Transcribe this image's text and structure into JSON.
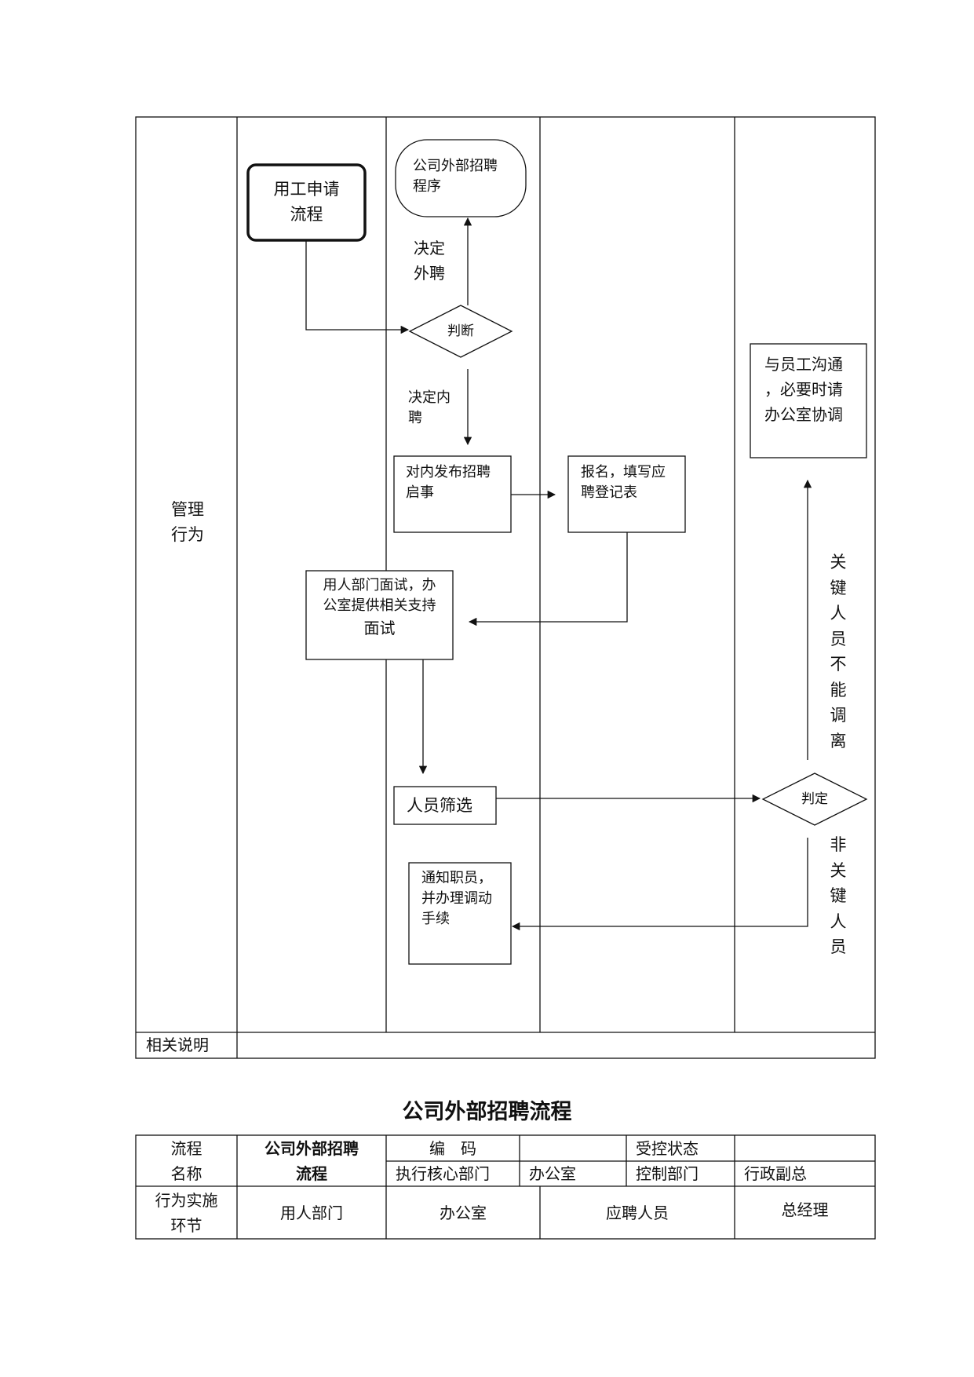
{
  "flowchart": {
    "lane_label": "管理\n行为",
    "nodes": {
      "start_process": "用工申请\n流程",
      "external_program": "公司外部招聘\n程序",
      "decision": "判断",
      "internal_post": "对内发布招聘\n启事",
      "register": "报名，填写应\n聘登记表",
      "interview_line1": "用人部门面试，办\n公室提供相关支持",
      "interview_line2": "面试",
      "screening": "人员筛选",
      "judge": "判定",
      "notify": "通知职员，\n并办理调动\n手续",
      "communicate": "与员工沟通\n，必要时请\n办公室协调"
    },
    "edge_labels": {
      "external": "决定\n外聘",
      "internal": "决定内\n聘",
      "key_staff": "关\n键\n人\n员\n不\n能\n调\n离",
      "non_key_staff": "非\n关\n键\n人\n员"
    },
    "notes_label": "相关说明",
    "notes_value": ""
  },
  "title": "公司外部招聘流程",
  "info_table": {
    "process_name_label": "流程\n名称",
    "process_name_value": "公司外部招聘\n流程",
    "code_label": "编　码",
    "code_value": "",
    "control_status_label": "受控状态",
    "control_status_value": "",
    "exec_dept_label": "执行核心部门",
    "exec_dept_value": "办公室",
    "control_dept_label": "控制部门",
    "control_dept_value": "行政副总",
    "stages_label": "行为实施\n环节",
    "stages": [
      "用人部门",
      "办公室",
      "应聘人员",
      "总经理"
    ]
  }
}
